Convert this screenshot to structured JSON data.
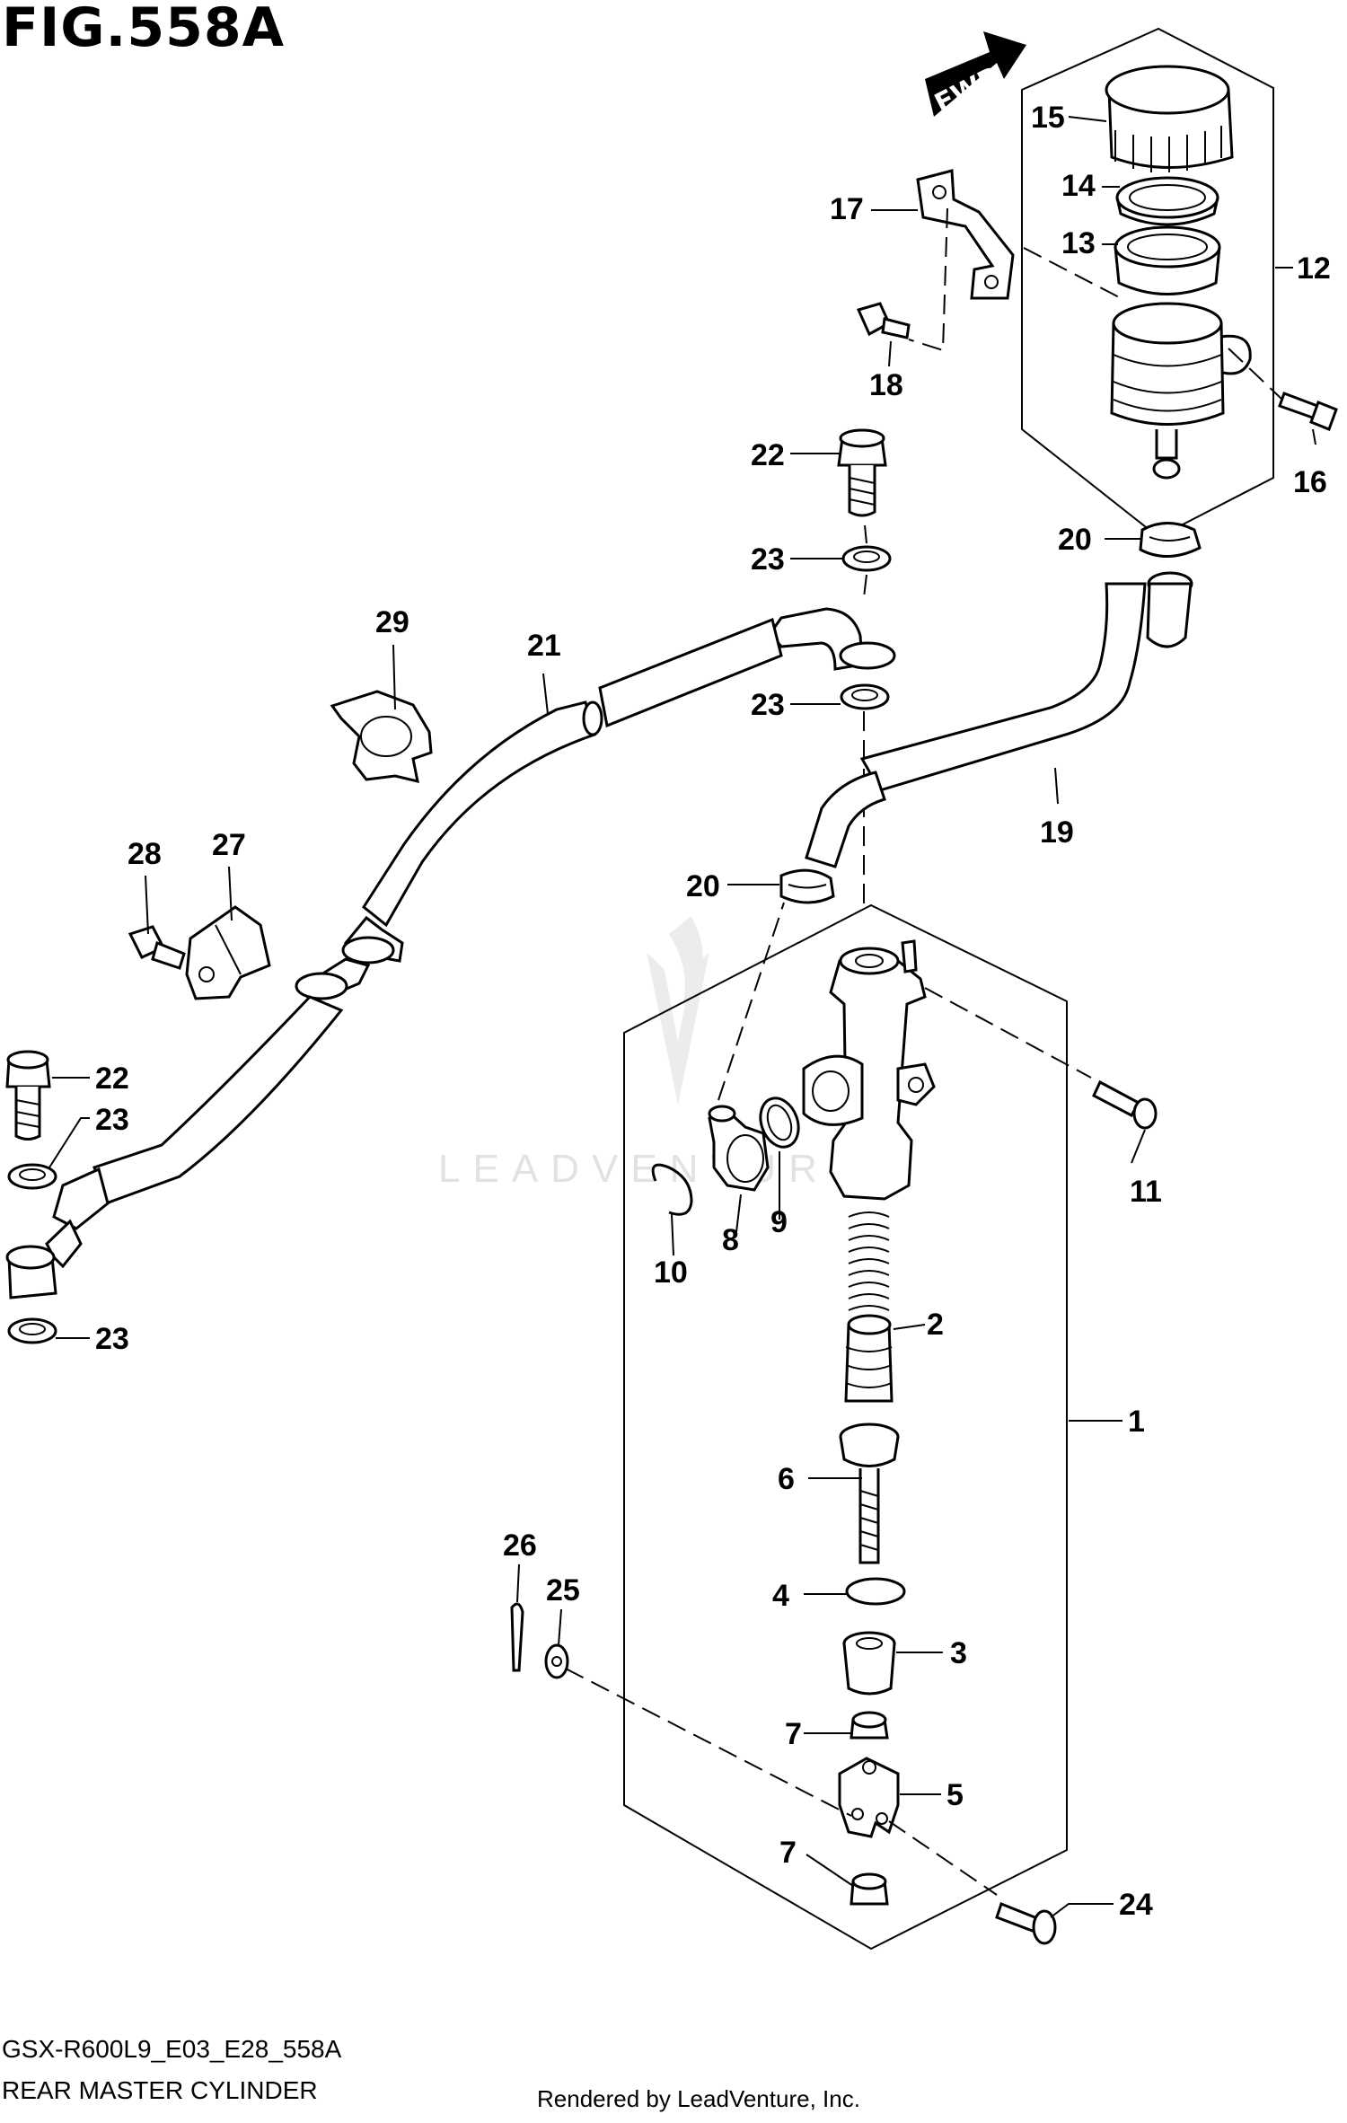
{
  "figure": {
    "title": "FIG.558A",
    "fwd_label": "FWD",
    "model_code": "GSX-R600L9_E03_E28_558A",
    "diagram_name": "REAR MASTER CYLINDER",
    "rendered_by": "Rendered by LeadVenture, Inc.",
    "watermark": "LEADVENTURE"
  },
  "callouts": {
    "c1": "1",
    "c2": "2",
    "c3": "3",
    "c4": "4",
    "c5": "5",
    "c6": "6",
    "c7a": "7",
    "c7b": "7",
    "c8": "8",
    "c9": "9",
    "c10": "10",
    "c11": "11",
    "c12": "12",
    "c13": "13",
    "c14": "14",
    "c15": "15",
    "c16": "16",
    "c17": "17",
    "c18": "18",
    "c19": "19",
    "c20a": "20",
    "c20b": "20",
    "c21": "21",
    "c22a": "22",
    "c22b": "22",
    "c23a": "23",
    "c23b": "23",
    "c23c": "23",
    "c23d": "23",
    "c24": "24",
    "c25": "25",
    "c26": "26",
    "c27": "27",
    "c28": "28",
    "c29": "29"
  }
}
